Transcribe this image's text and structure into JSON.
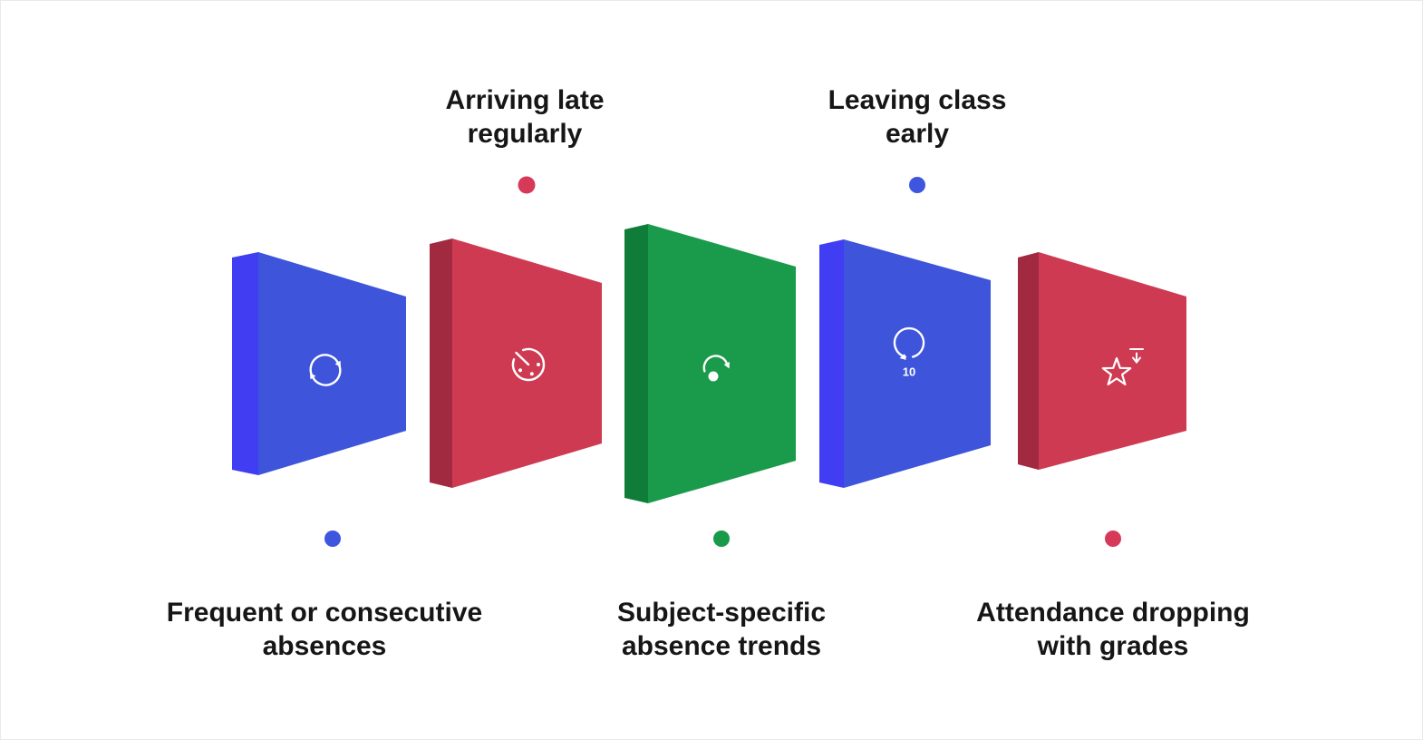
{
  "meta": {
    "title": "Attendance warning signs infographic"
  },
  "colors": {
    "background": "#ffffff",
    "border": "#e9e9e9",
    "text": "#161616",
    "blue_face": "#3D54DB",
    "blue_side": "#403DF2",
    "red_face": "#CE3A52",
    "red_side": "#A12A40",
    "green_face": "#1A9A4B",
    "green_side": "#0F7C3A",
    "dot_blue": "#3E55E0",
    "dot_red": "#D63A58",
    "dot_green": "#179A4A",
    "icon": "#ffffff"
  },
  "items": [
    {
      "id": "frequent-absences",
      "panel_color": "blue",
      "icon": "sync-icon",
      "label_position": "bottom",
      "dot_color": "blue",
      "label_line1": "Frequent or consecutive",
      "label_line2": "absences"
    },
    {
      "id": "arriving-late",
      "panel_color": "red",
      "icon": "timer-icon",
      "label_position": "top",
      "dot_color": "red",
      "label_line1": "Arriving late",
      "label_line2": "regularly"
    },
    {
      "id": "subject-specific",
      "panel_color": "green",
      "icon": "redo-dot-icon",
      "label_position": "bottom",
      "dot_color": "green",
      "label_line1": "Subject-specific",
      "label_line2": "absence trends"
    },
    {
      "id": "leaving-early",
      "panel_color": "blue",
      "icon": "replay-10-icon",
      "label_position": "top",
      "dot_color": "blue",
      "label_line1": "Leaving class",
      "label_line2": "early"
    },
    {
      "id": "attendance-dropping",
      "panel_color": "red",
      "icon": "star-drop-icon",
      "label_position": "bottom",
      "dot_color": "red",
      "label_line1": "Attendance dropping",
      "label_line2": "with grades"
    }
  ],
  "icon_text": {
    "replay_minutes": "10"
  }
}
